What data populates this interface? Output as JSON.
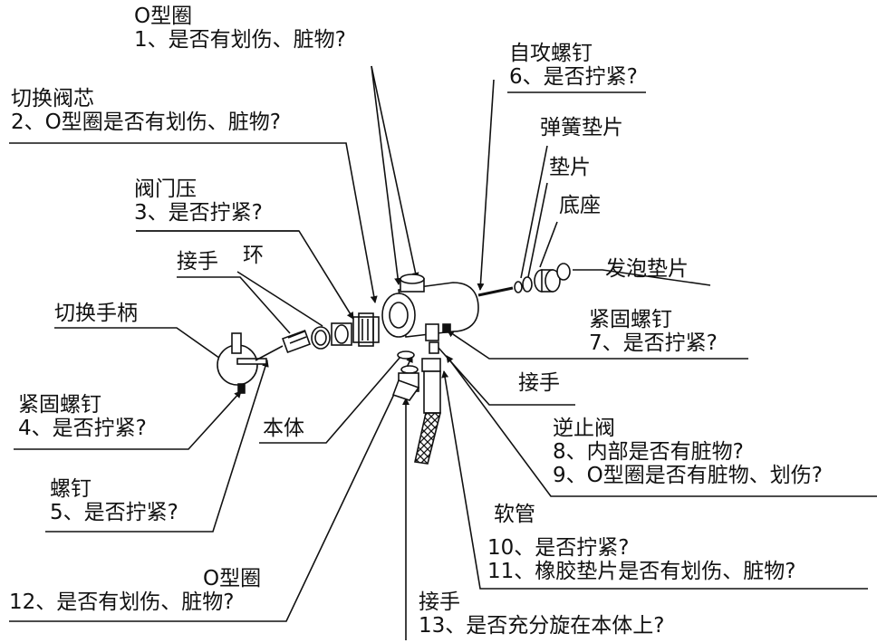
{
  "callouts": {
    "c1": {
      "title": "O型圈",
      "check": "1、是否有划伤、脏物?"
    },
    "c2": {
      "title": "切换阀芯",
      "check": "2、O型圈是否有划伤、脏物?"
    },
    "c3": {
      "title": "阀门压",
      "check": "3、是否拧紧?"
    },
    "c4": {
      "title": "紧固螺钉",
      "check": "4、是否拧紧?"
    },
    "c5": {
      "title": "螺钉",
      "check": "5、是否拧紧?"
    },
    "c6": {
      "title": "自攻螺钉",
      "check": "6、是否拧紧?"
    },
    "c7": {
      "title": "紧固螺钉",
      "check": "7、是否拧紧?"
    },
    "c8": {
      "title": "逆止阀",
      "check1": "8、内部是否有脏物?",
      "check2": "9、O型圈是否有脏物、划伤?"
    },
    "c10": {
      "title": "软管",
      "check1": "10、是否拧紧?",
      "check2": "11、橡胶垫片是否有划伤、脏物?"
    },
    "c12": {
      "title": "O型圈",
      "check": "12、是否有划伤、脏物?"
    },
    "c13": {
      "title": "接手",
      "check": "13、是否充分旋在本体上?"
    }
  },
  "parts": {
    "jieshou_top": "接手",
    "huan": "环",
    "handle": "切换手柄",
    "body": "本体",
    "spring_washer": "弹簧垫片",
    "washer": "垫片",
    "base": "底座",
    "foam_gasket": "发泡垫片",
    "jieshou_right": "接手"
  },
  "colors": {
    "line": "#111111",
    "background": "#ffffff"
  }
}
